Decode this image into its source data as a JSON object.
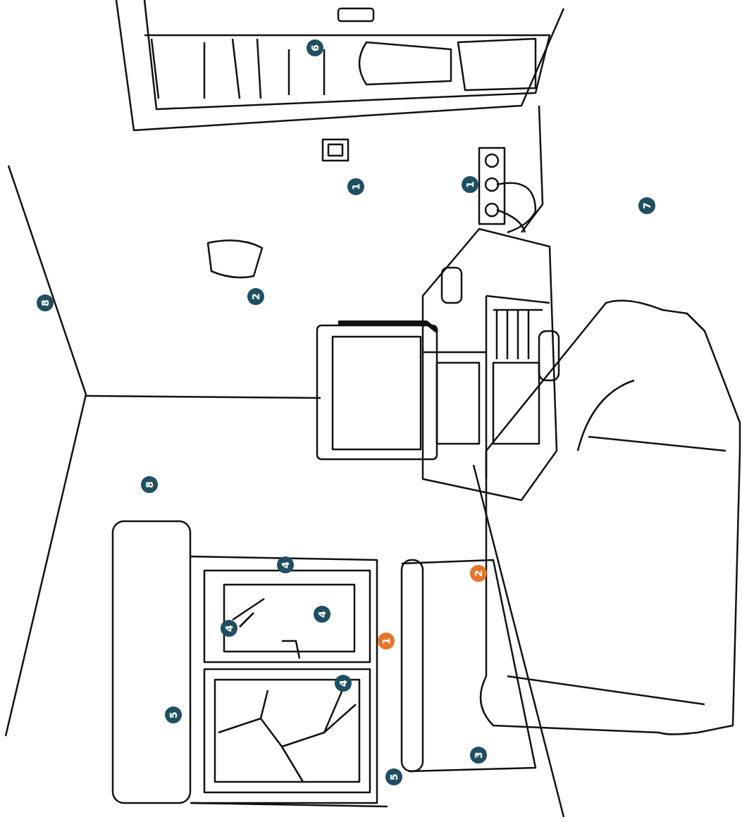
{
  "diagram": {
    "labels": [
      "6",
      "1",
      "1",
      "7",
      "8",
      "2",
      "8",
      "4",
      "2",
      "4",
      "4",
      "1",
      "4",
      "5",
      "5",
      "3"
    ]
  }
}
